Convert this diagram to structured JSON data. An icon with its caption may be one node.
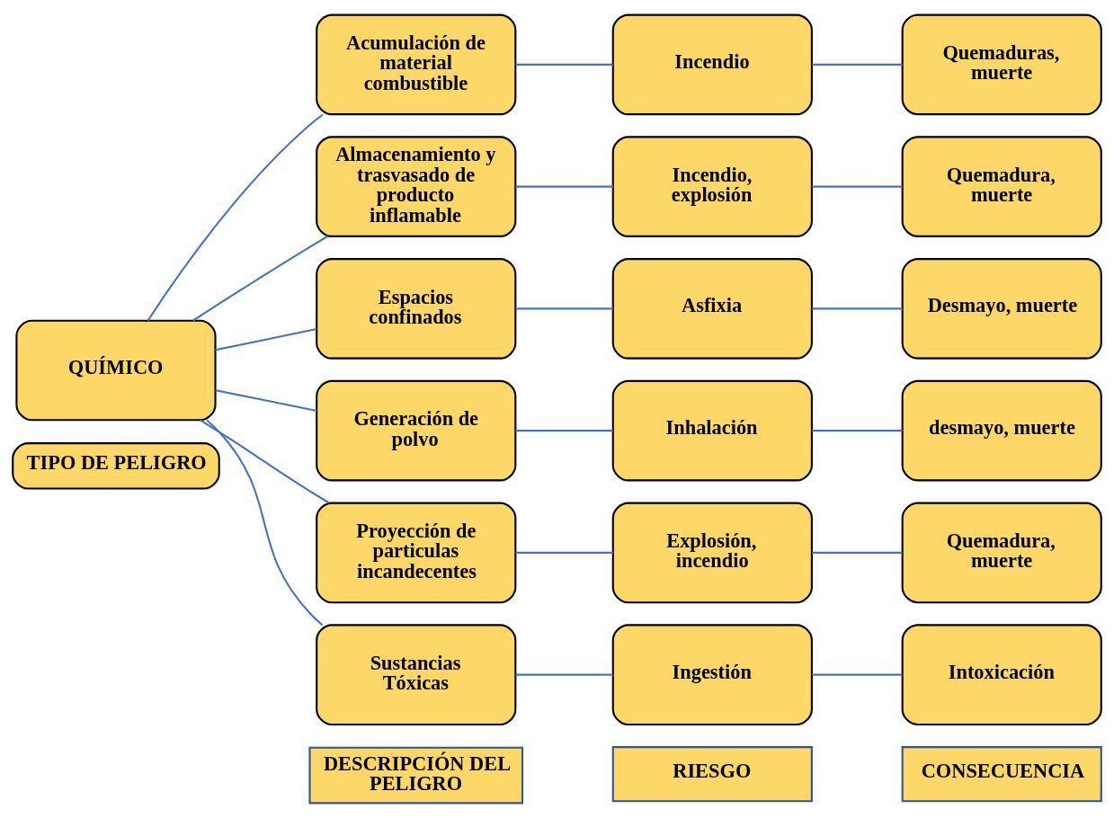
{
  "diagram": {
    "nodes": [
      {
        "text": [
          "DESCRIPCIÓN DEL PELIGRO"
        ]
      },
      {
        "text": [
          "RIESGO"
        ]
      },
      {
        "text": [
          "CONSECUENCIA"
        ]
      },
      {
        "text": [
          "TIPO DE PELIGRO"
        ]
      },
      {
        "text": [
          "QUÍMICO"
        ]
      },
      {
        "text": [
          "Acumulación de material combustible"
        ]
      },
      {
        "text": [
          "Incendio"
        ]
      },
      {
        "text": [
          "Quemaduras, muerte"
        ]
      },
      {
        "text": [
          "Almacenamiento y trasvasado de producto inflamable"
        ]
      },
      {
        "text": [
          "Incendio, explosión"
        ]
      },
      {
        "text": [
          "Quemadura, muerte"
        ]
      },
      {
        "text": [
          "Espacios confinados"
        ]
      },
      {
        "text": [
          "Asfixia"
        ]
      },
      {
        "text": [
          "Desmayo, muerte"
        ]
      },
      {
        "text": [
          "Generación de polvo"
        ]
      },
      {
        "text": [
          "Inhalación"
        ]
      },
      {
        "text": [
          "desmayo, muerte"
        ]
      },
      {
        "text": [
          "Proyección de particulas incandecentes"
        ]
      },
      {
        "text": [
          "Explosión, incendio"
        ]
      },
      {
        "text": [
          "Quemadura, muerte"
        ]
      },
      {
        "text": [
          "Sustancias Tóxicas"
        ]
      },
      {
        "text": [
          "Ingestión"
        ]
      },
      {
        "text": [
          "Intoxicación"
        ]
      }
    ],
    "edges": [
      {
        "from": 4,
        "to": 5,
        "arrow": "none"
      },
      {
        "from": 4,
        "to": 8,
        "arrow": "none"
      },
      {
        "from": 4,
        "to": 11,
        "arrow": "none"
      },
      {
        "from": 4,
        "to": 14,
        "arrow": "none"
      },
      {
        "from": 4,
        "to": 17,
        "arrow": "none"
      },
      {
        "from": 4,
        "to": 20,
        "arrow": "none"
      },
      {
        "from": 5,
        "to": 6,
        "arrow": "none"
      },
      {
        "from": 6,
        "to": 7,
        "arrow": "none"
      },
      {
        "from": 8,
        "to": 9,
        "arrow": "none"
      },
      {
        "from": 9,
        "to": 10,
        "arrow": "none"
      },
      {
        "from": 11,
        "to": 12,
        "arrow": "none"
      },
      {
        "from": 12,
        "to": 13,
        "arrow": "none"
      },
      {
        "from": 14,
        "to": 15,
        "arrow": "none"
      },
      {
        "from": 15,
        "to": 16,
        "arrow": "none"
      },
      {
        "from": 17,
        "to": 18,
        "arrow": "none"
      },
      {
        "from": 18,
        "to": 19,
        "arrow": "none"
      },
      {
        "from": 20,
        "to": 21,
        "arrow": "none"
      },
      {
        "from": 21,
        "to": 22,
        "arrow": "none"
      }
    ]
  }
}
